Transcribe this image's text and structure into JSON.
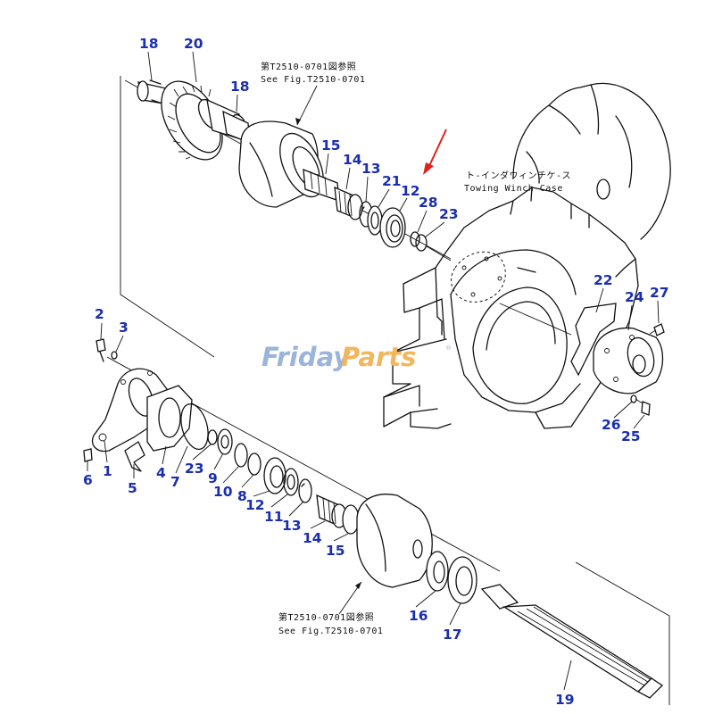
{
  "reference_top": {
    "line1": "第T2510-0701図参照",
    "line2": "See Fig.T2510-0701"
  },
  "reference_bottom": {
    "line1": "第T2510-0701図参照",
    "line2": "See Fig.T2510-0701"
  },
  "case_label": {
    "line1": "ト-インダウィンチケ-ス",
    "line2": "Towing Winch Case"
  },
  "watermark": {
    "part1": "Friday",
    "part2": "Parts",
    "mark": "®"
  },
  "callouts": [
    {
      "id": "c18a",
      "label": "18"
    },
    {
      "id": "c20",
      "label": "20"
    },
    {
      "id": "c18b",
      "label": "18"
    },
    {
      "id": "c15a",
      "label": "15"
    },
    {
      "id": "c14a",
      "label": "14"
    },
    {
      "id": "c13a",
      "label": "13"
    },
    {
      "id": "c21",
      "label": "21"
    },
    {
      "id": "c12a",
      "label": "12"
    },
    {
      "id": "c28",
      "label": "28"
    },
    {
      "id": "c23a",
      "label": "23"
    },
    {
      "id": "c22",
      "label": "22"
    },
    {
      "id": "c24",
      "label": "24"
    },
    {
      "id": "c27",
      "label": "27"
    },
    {
      "id": "c26",
      "label": "26"
    },
    {
      "id": "c25",
      "label": "25"
    },
    {
      "id": "c2",
      "label": "2"
    },
    {
      "id": "c3",
      "label": "3"
    },
    {
      "id": "c6",
      "label": "6"
    },
    {
      "id": "c1",
      "label": "1"
    },
    {
      "id": "c5",
      "label": "5"
    },
    {
      "id": "c4",
      "label": "4"
    },
    {
      "id": "c7",
      "label": "7"
    },
    {
      "id": "c23b",
      "label": "23"
    },
    {
      "id": "c9",
      "label": "9"
    },
    {
      "id": "c10",
      "label": "10"
    },
    {
      "id": "c8",
      "label": "8"
    },
    {
      "id": "c12b",
      "label": "12"
    },
    {
      "id": "c11",
      "label": "11"
    },
    {
      "id": "c13b",
      "label": "13"
    },
    {
      "id": "c14b",
      "label": "14"
    },
    {
      "id": "c15b",
      "label": "15"
    },
    {
      "id": "c16",
      "label": "16"
    },
    {
      "id": "c17",
      "label": "17"
    },
    {
      "id": "c19",
      "label": "19"
    }
  ],
  "colors": {
    "callout": "#1a2eb0",
    "arrow": "#e0201c",
    "line": "#111111"
  }
}
